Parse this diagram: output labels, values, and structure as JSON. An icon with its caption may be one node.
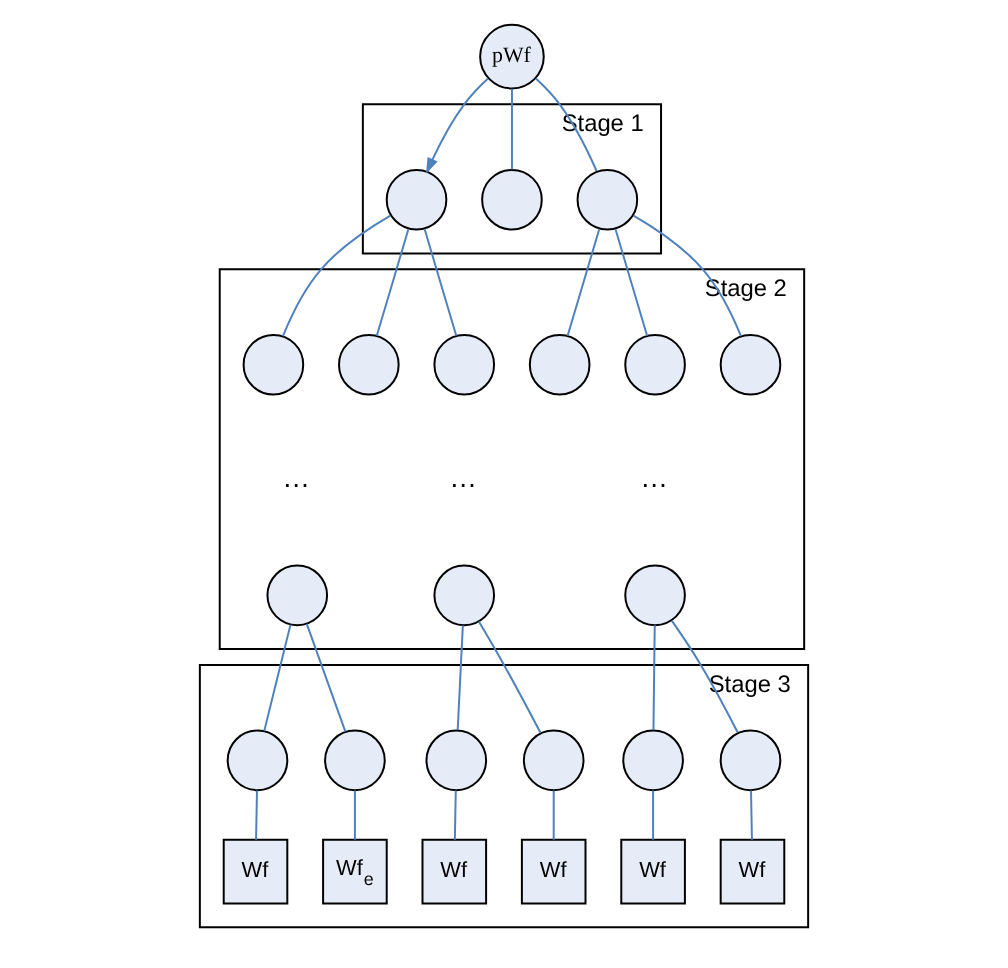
{
  "diagram": {
    "nodes": [
      {
        "text": [
          "pWf"
        ]
      },
      {
        "text": [
          "Stage 1"
        ]
      },
      {
        "text": [],
        "shape": "circle",
        "in": 1
      },
      {
        "text": [],
        "shape": "circle",
        "in": 1
      },
      {
        "text": [],
        "shape": "circle",
        "in": 1
      },
      {
        "text": [
          "Stage 2"
        ]
      },
      {
        "text": [],
        "shape": "circle",
        "in": 5
      },
      {
        "text": [],
        "shape": "circle",
        "in": 5
      },
      {
        "text": [],
        "shape": "circle",
        "in": 5
      },
      {
        "text": [],
        "shape": "circle",
        "in": 5
      },
      {
        "text": [],
        "shape": "circle",
        "in": 5
      },
      {
        "text": [],
        "shape": "circle",
        "in": 5
      },
      {
        "text": [],
        "shape": "circle",
        "in": 5
      },
      {
        "text": [],
        "shape": "circle",
        "in": 5
      },
      {
        "text": [],
        "shape": "circle",
        "in": 5
      },
      {
        "text": [
          "Stage 3"
        ]
      },
      {
        "text": [],
        "shape": "circle",
        "in": 15
      },
      {
        "text": [],
        "shape": "circle",
        "in": 15
      },
      {
        "text": [],
        "shape": "circle",
        "in": 15
      },
      {
        "text": [],
        "shape": "circle",
        "in": 15
      },
      {
        "text": [],
        "shape": "circle",
        "in": 15
      },
      {
        "text": [],
        "shape": "circle",
        "in": 15
      },
      {
        "text": [
          "Wf"
        ],
        "in": 15
      },
      {
        "text": [
          "Wf$_{e}$"
        ],
        "in": 15
      },
      {
        "text": [
          "Wf"
        ],
        "in": 15
      },
      {
        "text": [
          "Wf"
        ],
        "in": 15
      },
      {
        "text": [
          "Wf"
        ],
        "in": 15
      },
      {
        "text": [
          "Wf"
        ],
        "in": 15
      }
    ],
    "edges": [
      {
        "from": 0,
        "to": 2,
        "arrow": "to"
      },
      {
        "from": 0,
        "to": 3,
        "arrow": "none"
      },
      {
        "from": 0,
        "to": 4,
        "arrow": "none"
      },
      {
        "from": 2,
        "to": 6,
        "arrow": "none"
      },
      {
        "from": 2,
        "to": 7,
        "arrow": "none"
      },
      {
        "from": 2,
        "to": 8,
        "arrow": "none"
      },
      {
        "from": 4,
        "to": 9,
        "arrow": "none"
      },
      {
        "from": 4,
        "to": 10,
        "arrow": "none"
      },
      {
        "from": 4,
        "to": 11,
        "arrow": "none"
      },
      {
        "from": 12,
        "to": 16,
        "arrow": "none"
      },
      {
        "from": 12,
        "to": 17,
        "arrow": "none"
      },
      {
        "from": 13,
        "to": 18,
        "arrow": "none"
      },
      {
        "from": 13,
        "to": 19,
        "arrow": "none"
      },
      {
        "from": 14,
        "to": 20,
        "arrow": "none"
      },
      {
        "from": 14,
        "to": 21,
        "arrow": "none"
      },
      {
        "from": 16,
        "to": 22,
        "arrow": "none"
      },
      {
        "from": 17,
        "to": 23,
        "arrow": "none"
      },
      {
        "from": 18,
        "to": 24,
        "arrow": "none"
      },
      {
        "from": 19,
        "to": 25,
        "arrow": "none"
      },
      {
        "from": 20,
        "to": 26,
        "arrow": "none"
      },
      {
        "from": 21,
        "to": 27,
        "arrow": "none"
      }
    ],
    "labels": [
      "…",
      "…",
      "…"
    ]
  }
}
